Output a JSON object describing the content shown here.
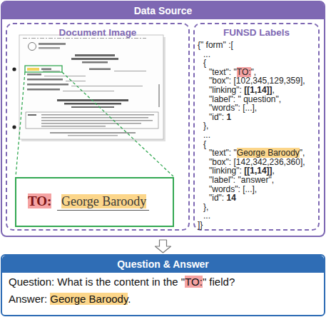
{
  "diagram": {
    "nodes": [
      {
        "text": [
          "Data Source"
        ]
      },
      {
        "text": [
          "Document Image"
        ],
        "in": 0
      },
      {
        "text": [
          "FUNSD Labels"
        ],
        "in": 0
      },
      {
        "text": [
          "TO:",
          "George Baroody"
        ],
        "in": 1
      },
      {
        "text": [
          "Question & Answer",
          "Question: What is the content in the \"TO:\" field?",
          "Answer: George Baroody."
        ]
      }
    ],
    "edges": [
      {
        "from": 0,
        "to": 4,
        "arrow": "to"
      }
    ],
    "labels": [
      "{\" form\" :[",
      "...",
      "{",
      "\"text\": \"TO:\",",
      "\"box\": [102,345,129,359],",
      "\"linking\": [[1,14]],",
      "\"label\": \" question\",",
      "\"words\": [...],",
      "\"id\": 1",
      "},",
      "...",
      "{",
      "\"text\": \"George Baroody\",",
      "\"box\": [142,342,236,360],",
      "\"linking\": [[1,14]],",
      "\"label\": \"answer\",",
      "\"words\": [...],",
      "\"id\": 14",
      "},",
      "...",
      "]}"
    ]
  }
}
